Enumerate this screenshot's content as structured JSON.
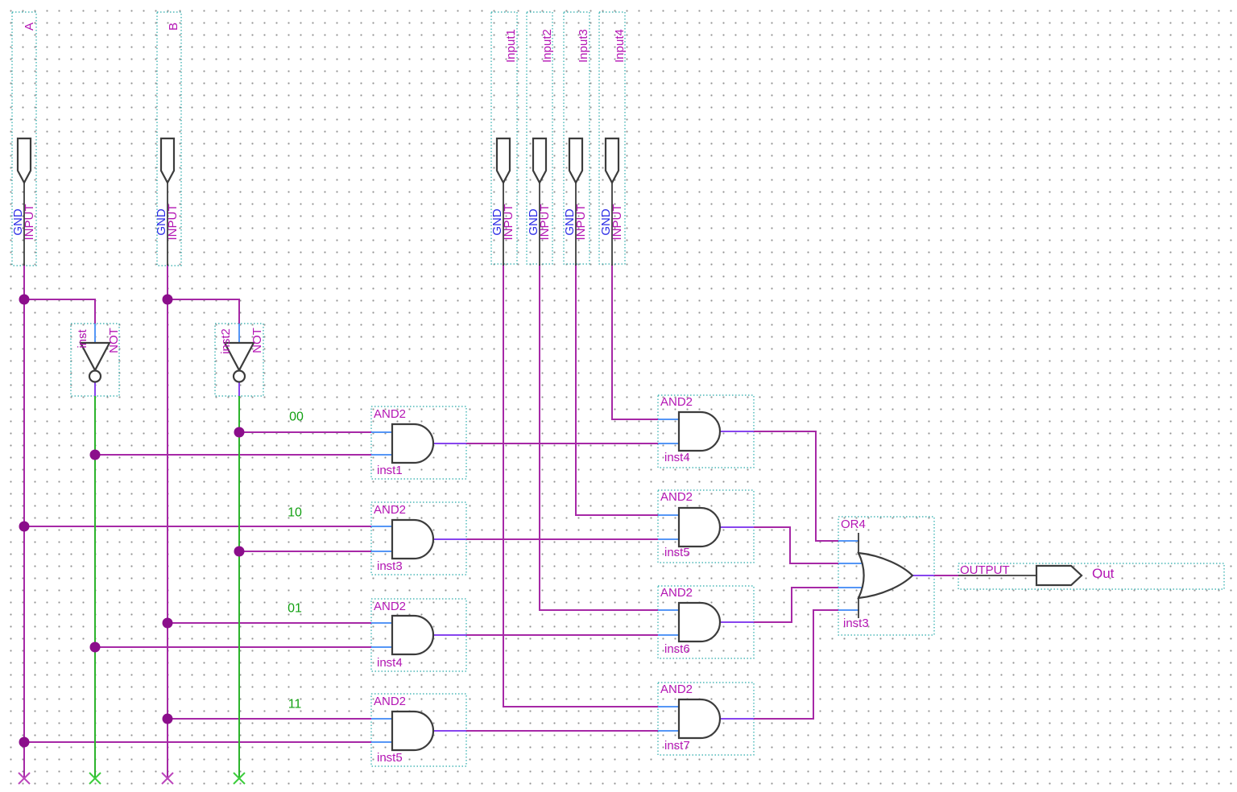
{
  "app": {
    "view": "schematic-editor"
  },
  "colors": {
    "wire": "#A628A6",
    "not_output_wire": "#2CB42C",
    "pin_stub_blue": "#5596F6",
    "gate_output_stub": "#8744EE",
    "selection_box": "#27AAAA",
    "junction": "#8B0E8B",
    "label_magenta": "#B416B4",
    "label_blue": "#2A2AE6",
    "label_green": "#12A012"
  },
  "input_pins": [
    {
      "name": "A",
      "type": "INPUT",
      "default": "GND"
    },
    {
      "name": "B",
      "type": "INPUT",
      "default": "GND"
    },
    {
      "name": "Input1",
      "type": "INPUT",
      "default": "GND"
    },
    {
      "name": "Input2",
      "type": "INPUT",
      "default": "GND"
    },
    {
      "name": "Input3",
      "type": "INPUT",
      "default": "GND"
    },
    {
      "name": "Input4",
      "type": "INPUT",
      "default": "GND"
    }
  ],
  "not_gates": [
    {
      "type": "NOT",
      "inst": "inst"
    },
    {
      "type": "NOT",
      "inst": "inst2"
    }
  ],
  "minterm_labels": [
    "00",
    "10",
    "01",
    "11"
  ],
  "and_gates_left": [
    {
      "type": "AND2",
      "inst": "inst1"
    },
    {
      "type": "AND2",
      "inst": "inst3"
    },
    {
      "type": "AND2",
      "inst": "inst4"
    },
    {
      "type": "AND2",
      "inst": "inst5"
    }
  ],
  "and_gates_right": [
    {
      "type": "AND2",
      "inst": "inst4"
    },
    {
      "type": "AND2",
      "inst": "inst5"
    },
    {
      "type": "AND2",
      "inst": "inst6"
    },
    {
      "type": "AND2",
      "inst": "inst7"
    }
  ],
  "or_gate": {
    "type": "OR4",
    "inst": "inst3"
  },
  "output_pin": {
    "type": "OUTPUT",
    "name": "Out"
  }
}
